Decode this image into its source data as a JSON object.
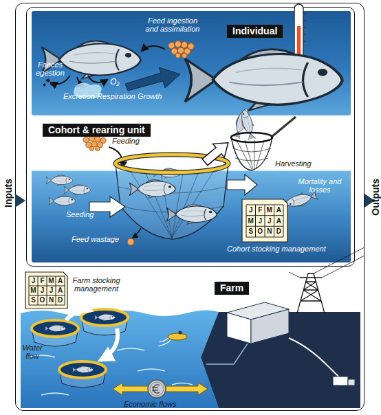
{
  "diagram": {
    "nodes": [
      {
        "text": [
          "Individual"
        ]
      },
      {
        "text": [
          "Cohort & rearing unit"
        ]
      },
      {
        "text": [
          "Farm"
        ]
      }
    ],
    "labels": [
      "Feed ingestion and assimilation",
      "Faeces egestion",
      "Excretion",
      "O₂",
      "Respiration",
      "Growth",
      "Feeding",
      "Harvesting",
      "Seeding",
      "Mortality and losses",
      "Feed wastage",
      "Cohort stocking management",
      "Farm stocking management",
      "Water flow",
      "Economic flows",
      "Inputs",
      "Outputs",
      "J",
      "F",
      "M",
      "A",
      "M",
      "J",
      "J",
      "A",
      "S",
      "O",
      "N",
      "D",
      "J",
      "F",
      "M",
      "A",
      "M",
      "J",
      "J",
      "A",
      "S",
      "O",
      "N",
      "D"
    ]
  }
}
